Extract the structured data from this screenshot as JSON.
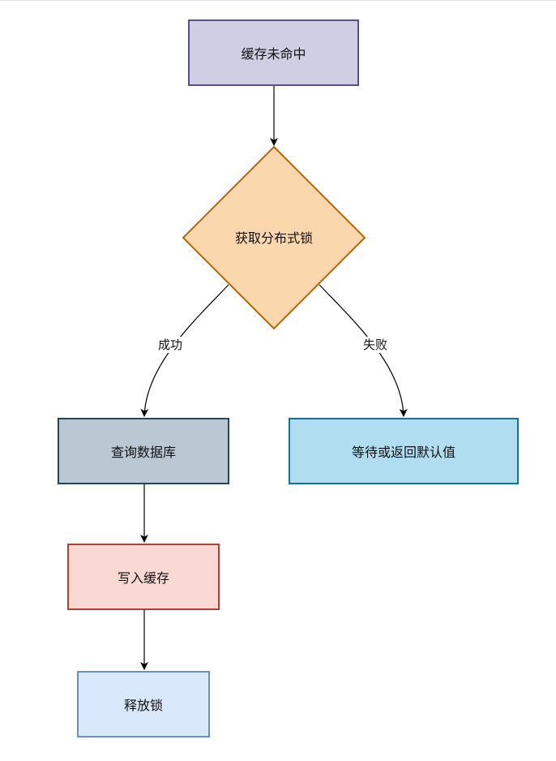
{
  "colors": {
    "n1_fill": "#d0cee2",
    "n1_border": "#56517e",
    "n2_fill": "#fad7ac",
    "n2_border": "#b46504",
    "n3_fill": "#bac8d3",
    "n3_border": "#23445d",
    "n4_fill": "#b1ddf0",
    "n4_border": "#10739e",
    "n5_fill": "#fad9d5",
    "n5_border": "#ae4132",
    "n6_fill": "#dae8fc",
    "n6_border": "#6c8ebf"
  },
  "nodes": {
    "cache_miss": "缓存未命中",
    "acquire_lock": "获取分布式锁",
    "query_db": "查询数据库",
    "wait_or_default": "等待或返回默认值",
    "write_cache": "写入缓存",
    "release_lock": "释放锁"
  },
  "edges": {
    "success": "成功",
    "fail": "失败"
  }
}
